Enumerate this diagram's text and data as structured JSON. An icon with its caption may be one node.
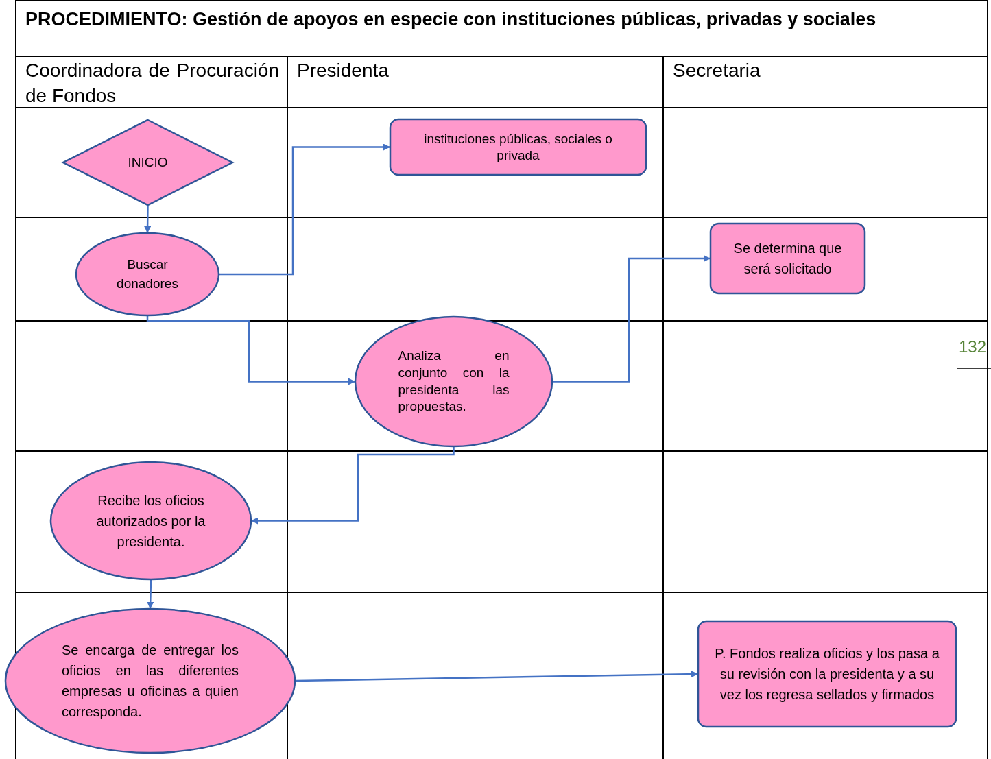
{
  "diagram": {
    "title": "PROCEDIMIENTO: Gestión de apoyos en especie con instituciones públicas, privadas y sociales",
    "nodes": [
      {
        "text": [
          "INICIO"
        ]
      },
      {
        "text": [
          "instituciones públicas, sociales o privada"
        ]
      },
      {
        "text": [
          "Buscar donadores"
        ]
      },
      {
        "text": [
          "Se determina que será solicitado"
        ]
      },
      {
        "text": [
          "Analiza en conjunto con la presidenta las propuestas."
        ]
      },
      {
        "text": [
          "Recibe los oficios autorizados por la presidenta."
        ]
      },
      {
        "text": [
          "Se encarga de entregar los oficios en las diferentes empresas u oficinas a quien corresponda."
        ]
      },
      {
        "text": [
          "P. Fondos realiza oficios y los pasa a su revisión con la presidenta y a su vez los regresa sellados y firmados"
        ]
      }
    ],
    "edges": [
      {
        "from": 0,
        "to": 2,
        "arrow": "to"
      },
      {
        "from": 2,
        "to": 1,
        "arrow": "to"
      },
      {
        "from": 2,
        "to": 4,
        "arrow": "to"
      },
      {
        "from": 4,
        "to": 3,
        "arrow": "to"
      },
      {
        "from": 4,
        "to": 5,
        "arrow": "to"
      },
      {
        "from": 5,
        "to": 6,
        "arrow": "to"
      },
      {
        "from": 6,
        "to": 7,
        "arrow": "to"
      }
    ],
    "labels": [
      "Coordinadora de Procuración de Fondos",
      "Presidenta",
      "Secretaria",
      "132"
    ]
  }
}
